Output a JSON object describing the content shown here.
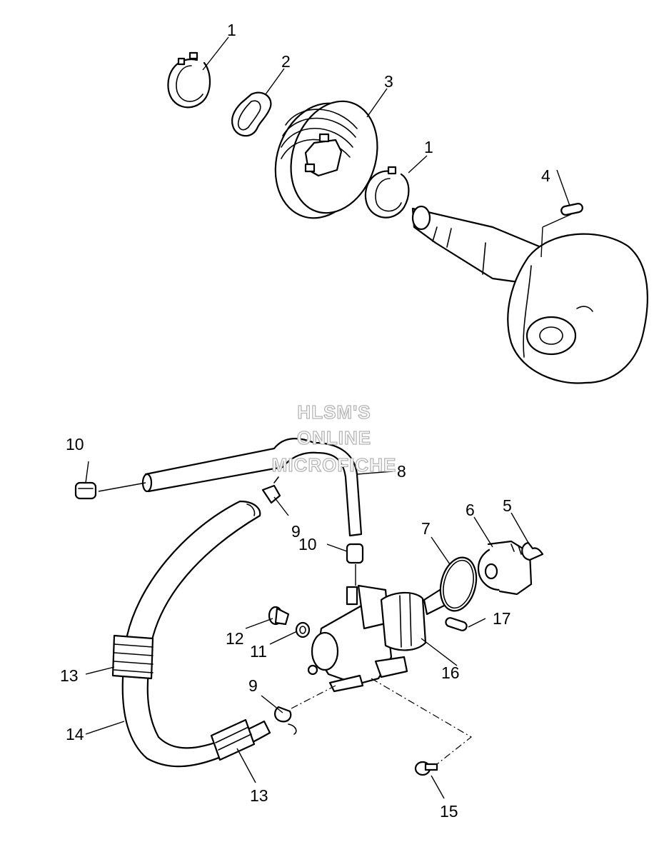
{
  "watermark": {
    "line1": "HLSM'S",
    "line2": "ONLINE",
    "line3": "MICROFICHE"
  },
  "callouts": {
    "c1a": "1",
    "c2": "2",
    "c3": "3",
    "c1b": "1",
    "c4": "4",
    "c10a": "10",
    "c8": "8",
    "c9a": "9",
    "c10b": "10",
    "c7": "7",
    "c6": "6",
    "c5": "5",
    "c17": "17",
    "c12": "12",
    "c11": "11",
    "c16": "16",
    "c13a": "13",
    "c9b": "9",
    "c14": "14",
    "c13b": "13",
    "c15": "15"
  }
}
